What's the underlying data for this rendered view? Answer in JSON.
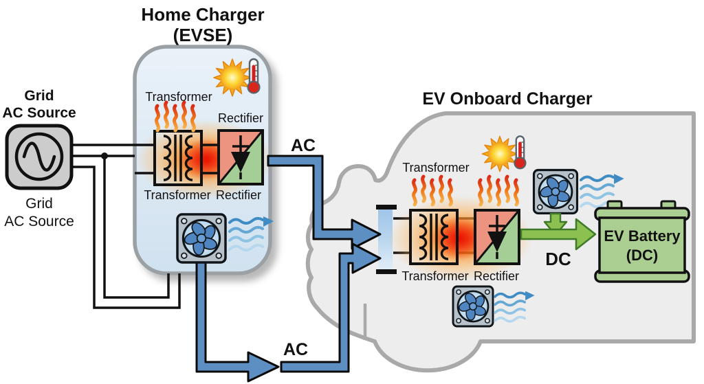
{
  "titles": {
    "home_charger_line1": "Home Charger",
    "home_charger_line2": "(EVSE)",
    "onboard_charger": "EV Onboard Charger"
  },
  "grid_source": {
    "label_top_line1": "Grid",
    "label_top_line2": "AC Source",
    "label_bottom_line1": "Grid",
    "label_bottom_line2": "AC Source"
  },
  "evse": {
    "transformer_label_top": "Transformer",
    "rectifier_label_top": "Rectifier",
    "transformer_label_bottom": "Transformer",
    "rectifier_label_bottom": "Rectifier"
  },
  "onboard": {
    "transformer_label_top": "Transformer",
    "transformer_label_bottom": "Transformer",
    "rectifier_label_bottom": "Rectifier"
  },
  "flow_labels": {
    "ac_top": "AC",
    "ac_bottom": "AC",
    "dc": "DC"
  },
  "battery": {
    "line1": "EV Battery",
    "line2": "(DC)"
  },
  "colors": {
    "pipe_blue": "#5e8fc2",
    "arrow_green": "#8cc152",
    "arrow_green_edge": "#3e7a28",
    "evse_fill": "#dbe8f3",
    "car_fill": "#ededed",
    "car_stroke": "#a9a9a9",
    "battery_green": "#abcf92",
    "rectifier_salmon": "#ec9480",
    "rectifier_green": "#a5cd96",
    "heat_red": "#e03c20",
    "sun_yellow": "#f9c440",
    "fan_blade_blue": "#4f86c2"
  },
  "icons": {
    "ac_sine": "sine-wave-in-circle",
    "sun": "sun-with-rays",
    "thermometer": "thermometer-red-bulb",
    "fan": "cooling-fan",
    "heat_waves": "rising-heat-squiggles",
    "airflow": "blue-air-waves-arrow"
  }
}
